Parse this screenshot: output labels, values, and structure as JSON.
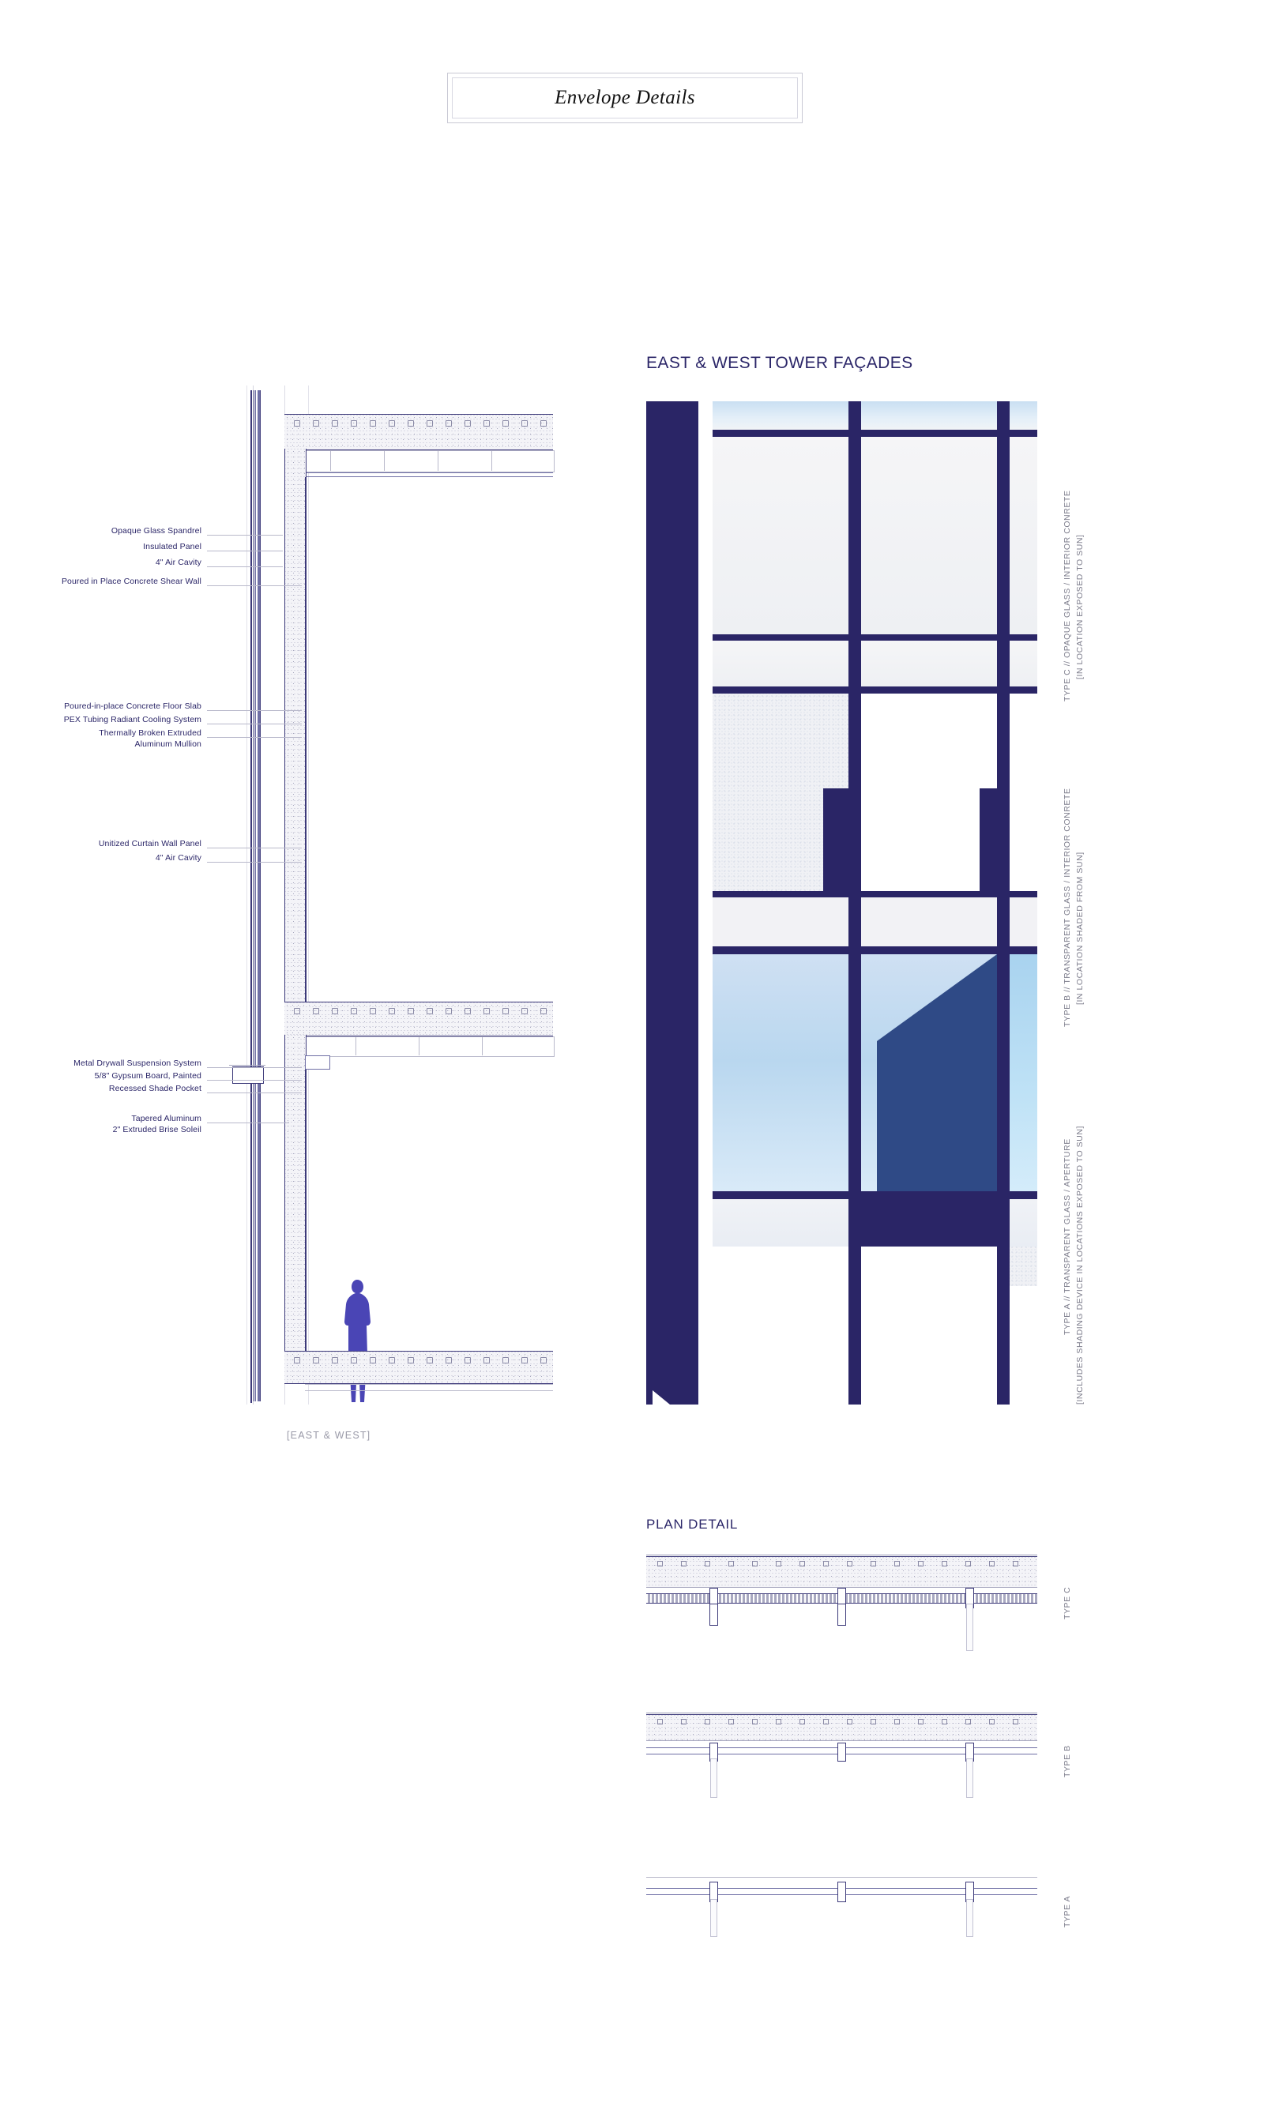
{
  "sheet": {
    "title": "Envelope Details"
  },
  "wall_section": {
    "caption": "[EAST & WEST]",
    "annotations": [
      {
        "text": "Opaque Glass Spandrel"
      },
      {
        "text": "Insulated Panel"
      },
      {
        "text": "4\" Air Cavity"
      },
      {
        "text": "Poured in Place Concrete Shear Wall"
      },
      {
        "text": "Poured-in-place Concrete Floor Slab"
      },
      {
        "text": "PEX Tubing Radiant Cooling System"
      },
      {
        "text": "Thermally Broken Extruded\nAluminum Mullion"
      },
      {
        "text": "Unitized Curtain Wall Panel"
      },
      {
        "text": "4\" Air Cavity"
      },
      {
        "text": "Metal Drywall Suspension System"
      },
      {
        "text": "5/8\" Gypsum Board, Painted"
      },
      {
        "text": "Recessed Shade Pocket"
      },
      {
        "text": "Tapered Aluminum\n2\" Extruded Brise Soleil"
      }
    ]
  },
  "facade": {
    "heading": "EAST & WEST TOWER FAÇADES",
    "types": [
      {
        "id": "C",
        "line1": "TYPE C // OPAQUE GLASS / INTERIOR CONRETE",
        "line2": "[IN LOCATION EXPOSED TO SUN]"
      },
      {
        "id": "B",
        "line1": "TYPE B // TRANSPARENT GLASS / INTERIOR CONRETE",
        "line2": "[IN LOCATION SHADED FROM SUN]"
      },
      {
        "id": "A",
        "line1": "TYPE A // TRANSPARENT GLASS / APERTURE",
        "line2": "[INCLUDES SHADING DEVICE IN LOCATIONS EXPOSED TO SUN]"
      }
    ]
  },
  "plan_detail": {
    "heading": "PLAN DETAIL",
    "rows": [
      {
        "label": "TYPE C"
      },
      {
        "label": "TYPE B"
      },
      {
        "label": "TYPE A"
      }
    ]
  },
  "colors": {
    "navy": "#2a2566",
    "ink": "#2b2668",
    "line": "#3d3a7a",
    "grey_text": "#7d7d8c",
    "caption_grey": "#9a9aa8",
    "glass_light": "#cfe0f3",
    "glass_cyan": "#a9d3ef",
    "shade_device": "#2f4a86",
    "concrete_fill": "#f4f4f8"
  }
}
